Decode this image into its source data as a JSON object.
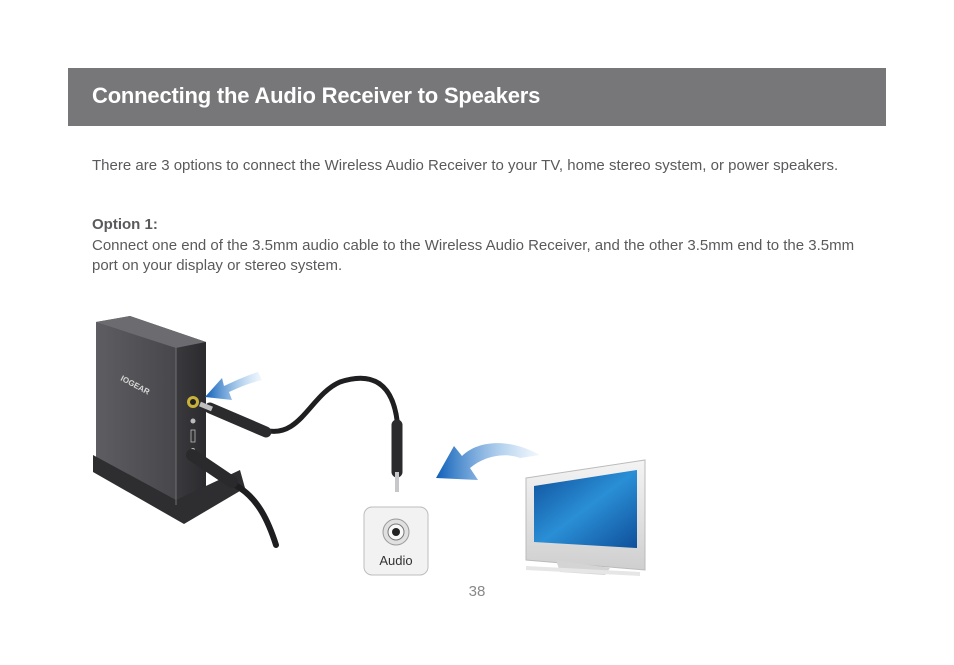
{
  "header": {
    "title": "Connecting the Audio Receiver to Speakers"
  },
  "content": {
    "intro": "There are 3 options to connect the Wireless Audio Receiver to your TV, home stereo system, or power speakers.",
    "option_heading": "Option 1:",
    "option_text": "Connect one end of the 3.5mm audio cable to the Wireless Audio Receiver, and the other 3.5mm end to the 3.5mm port on your display or stereo system."
  },
  "illustration": {
    "brand_logo": "IOGEAR",
    "audio_port_label": "Audio"
  },
  "footer": {
    "page_number": "38"
  },
  "colors": {
    "banner": "#77777a",
    "arrow": "#1e73c8",
    "screen": "#1b78c4"
  }
}
